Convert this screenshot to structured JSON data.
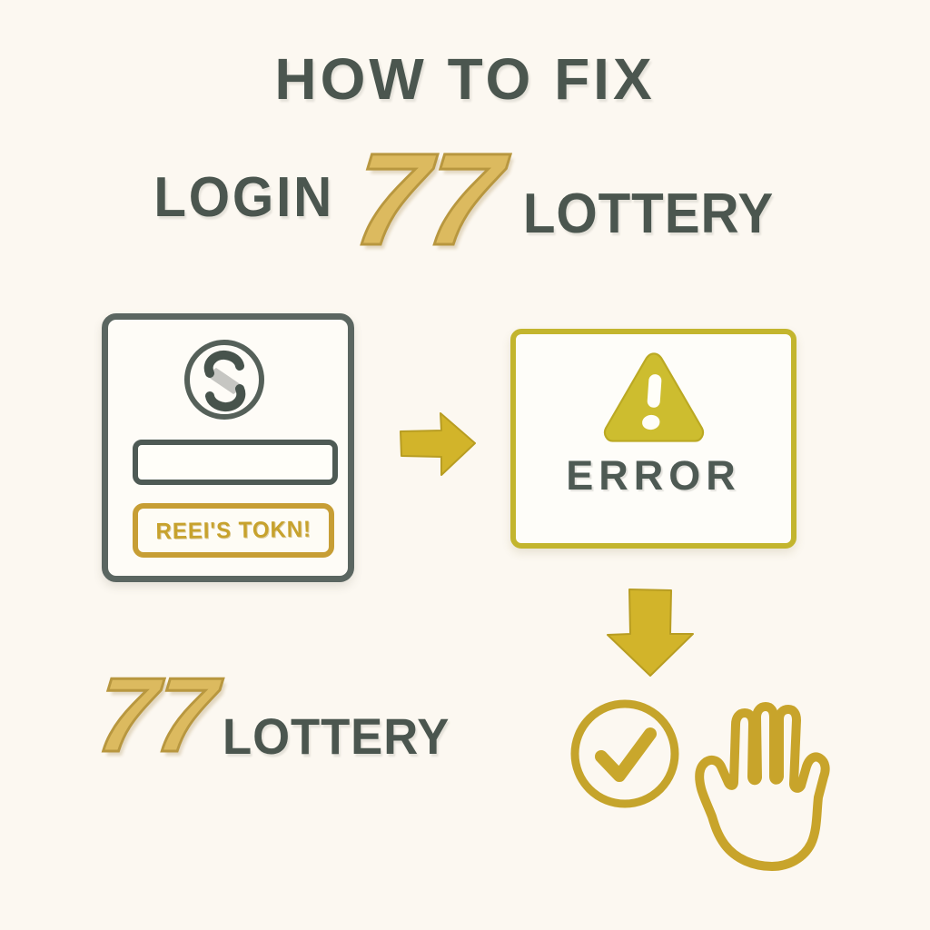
{
  "page": {
    "title": "HOW TO FIX",
    "background_color": "#fcf8f1"
  },
  "brand": {
    "login_word": "LOGIN",
    "number": "77",
    "lottery_word": "LOTTERY"
  },
  "login_card": {
    "logo_letter": "S",
    "input_value": "",
    "input_placeholder": "",
    "button_label": "REEI'S TOKN!"
  },
  "error_card": {
    "label": "ERROR"
  },
  "footer_brand": {
    "number": "77",
    "lottery_word": "LOTTERY"
  },
  "icons": {
    "s_logo": "s-logo-icon",
    "right_arrow": "right-arrow-icon",
    "warning_triangle": "warning-triangle-icon",
    "down_arrow": "down-arrow-icon",
    "check_circle": "check-circle-icon",
    "hand": "hand-icon"
  },
  "colors": {
    "dark_green": "#4b564f",
    "brand_gold": "#dcba5f",
    "arrow_gold": "#d2b42a",
    "triangle_gold": "#cdbd2f",
    "outline_gold": "#c5a42b",
    "button_gold": "#c79e35",
    "slate_border": "#5b6661",
    "error_border": "#c3b52e"
  }
}
